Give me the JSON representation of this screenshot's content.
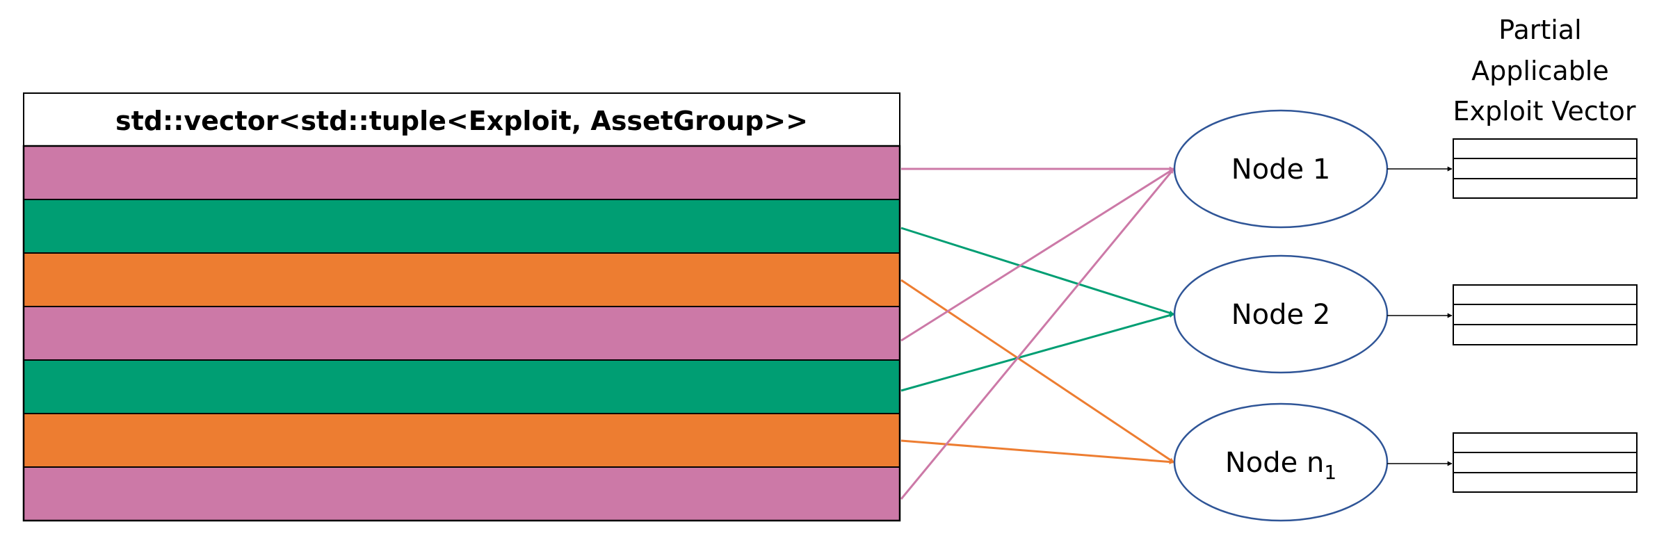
{
  "vector": {
    "title": "std::vector<std::tuple<Exploit, AssetGroup>>",
    "rows": [
      {
        "color": "#CC79A7",
        "target": 0
      },
      {
        "color": "#009E73",
        "target": 1
      },
      {
        "color": "#ED7D31",
        "target": 2
      },
      {
        "color": "#CC79A7",
        "target": 0
      },
      {
        "color": "#009E73",
        "target": 1
      },
      {
        "color": "#ED7D31",
        "target": 2
      },
      {
        "color": "#CC79A7",
        "target": 0
      }
    ]
  },
  "nodes": [
    {
      "label": "Node 1"
    },
    {
      "label": "Node 2"
    },
    {
      "label": "Node n",
      "subscript": "1"
    }
  ],
  "partial_vector_label": [
    "Partial",
    "Applicable",
    "Exploit Vector"
  ],
  "colors": {
    "pink": "#CC79A7",
    "green": "#009E73",
    "orange": "#ED7D31",
    "node_stroke": "#2F5597",
    "outline": "#000000"
  }
}
